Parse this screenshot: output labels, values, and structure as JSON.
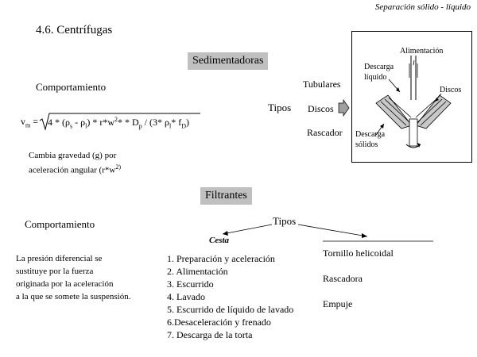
{
  "header": "Separación sólido - líquido",
  "title": "4.6. Centrífugas",
  "sedimentadoras": {
    "label": "Sedimentadoras",
    "comportamiento": "Comportamiento",
    "formula": {
      "lhs": "v",
      "lhs_sub": "m",
      "eq": "=",
      "body_1": "4 * (ρ",
      "s_sub": "s",
      "body_2": " - ρ",
      "l_sub": "l",
      "body_3": ") * r*w",
      "exp_2a": "2",
      "body_4": "* * D",
      "p_sub": "p",
      "body_5": " / (3* ρ",
      "l2_sub": "l",
      "body_6": "* f",
      "d_sub": "D",
      "body_7": ")"
    },
    "note_line1": "Cambia gravedad (g) por",
    "note_line2": "aceleración angular (r*w",
    "note_exp": "2)",
    "tipos_label": "Tipos",
    "tipos": [
      "Tubulares",
      "Discos",
      "Rascador"
    ]
  },
  "diagram": {
    "alimentacion": "Alimentación",
    "descarga_liquido_1": "Descarga",
    "descarga_liquido_2": "líquido",
    "discos": "Discos",
    "descarga_solidos_1": "Descarga",
    "descarga_solidos_2": "sólidos"
  },
  "filtrantes": {
    "label": "Filtrantes",
    "comportamiento": "Comportamiento",
    "tipos_label": "Tipos",
    "description": [
      "La presión diferencial se",
      "sustituye por la fuerza",
      "originada por la aceleración",
      "a la que se somete la suspensión."
    ],
    "cesta_label": "Cesta",
    "cesta_steps": [
      "1. Preparación y aceleración",
      "2. Alimentación",
      "3. Escurrido",
      "4. Lavado",
      "5. Escurrido de líquido de lavado",
      "6.Desaceleración y frenado",
      "7. Descarga de la torta"
    ],
    "other_types": [
      "Tornillo helicoidal",
      "Rascadora",
      "Empuje"
    ]
  }
}
